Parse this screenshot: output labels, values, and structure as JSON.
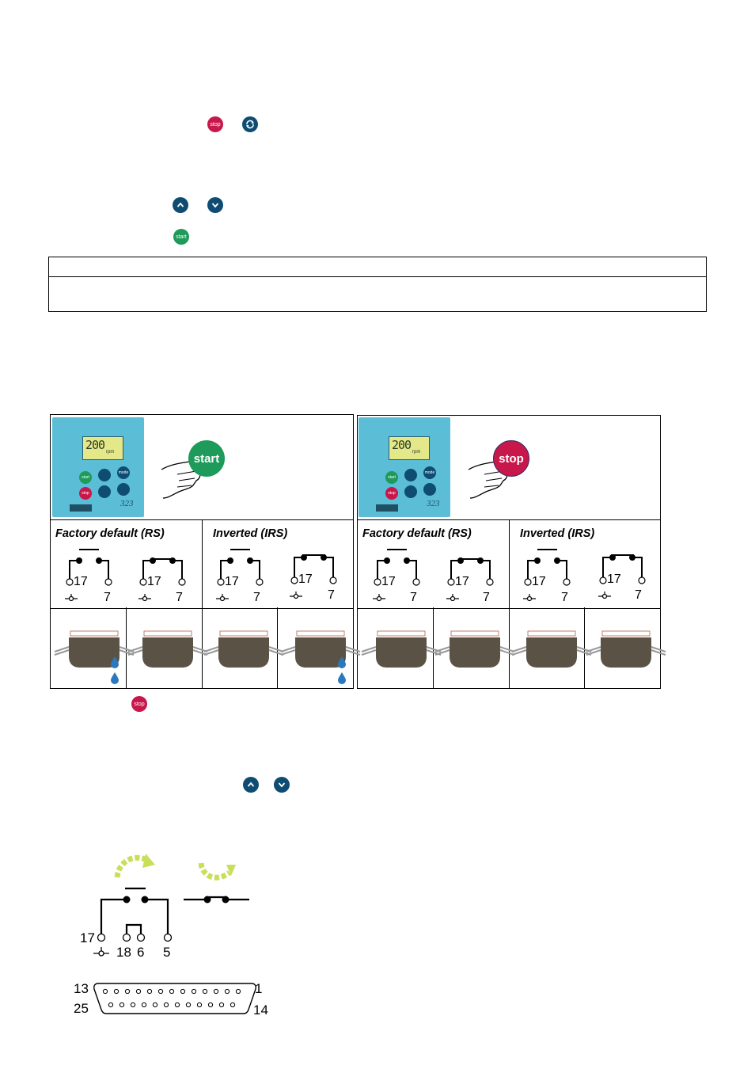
{
  "keys": {
    "stop": "stop",
    "start": "start",
    "mode": "mode"
  },
  "display": {
    "speed": "200",
    "unit": "rpm",
    "model": "323"
  },
  "big_buttons": {
    "start": "start",
    "stop": "stop"
  },
  "headers": {
    "factory_default": "Factory default (RS)",
    "inverted": "Inverted (IRS)"
  },
  "pins": {
    "p17": "17",
    "p7": "7",
    "p18": "18",
    "p6": "6",
    "p5": "5"
  },
  "connector": {
    "tl": "13",
    "bl": "25",
    "tr": "1",
    "br": "14"
  },
  "colors": {
    "stop_red": "#c8174a",
    "start_green": "#1e9a5a",
    "nav_blue": "#0e4c72",
    "arrow_green": "#c8df5a",
    "panel_cyan": "#5bbdd6"
  }
}
